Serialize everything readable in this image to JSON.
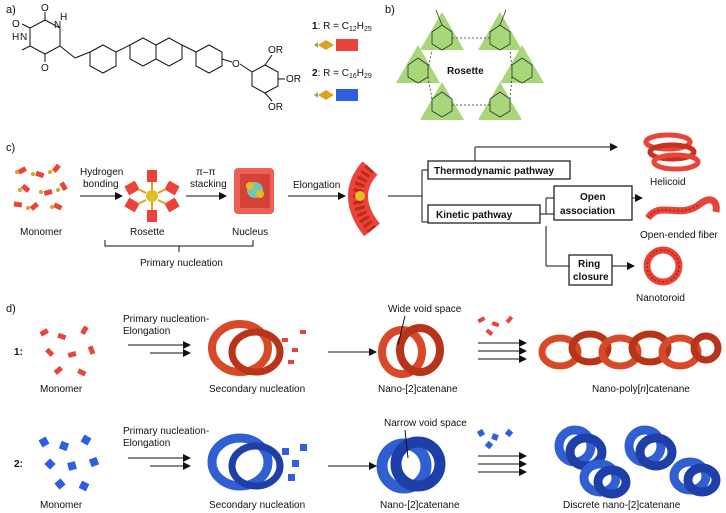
{
  "panels": {
    "a": "a)",
    "b": "b)",
    "c": "c)",
    "d": "d)"
  },
  "panel_a": {
    "compound1": {
      "num": "1",
      "label": ": R = C",
      "sub": "12",
      "rest": "H",
      "sub2": "25"
    },
    "compound2": {
      "num": "2",
      "label": ": R = C",
      "sub": "16",
      "rest": "H",
      "sub2": "29"
    },
    "atoms": {
      "H_top": "H",
      "N_top": "N",
      "HN_left": "H",
      "N_left": "N",
      "O1": "O",
      "O2": "O",
      "O3": "O",
      "O_ether": "O",
      "OR1": "OR",
      "OR2": "OR",
      "OR3": "OR"
    },
    "colors": {
      "compound1": "#e8443a",
      "compound2": "#2f5fe0",
      "diamond": "#e0a020",
      "arrow": "#7cc040"
    }
  },
  "panel_b": {
    "label": "Rosette",
    "color": "#9ed36a"
  },
  "panel_c": {
    "steps": {
      "monomer": "Monomer",
      "rosette": "Rosette",
      "nucleus": "Nucleus",
      "primary": "Primary nucleation",
      "arrow1_line1": "Hydrogen",
      "arrow1_line2": "bonding",
      "arrow2_line1": "π–π",
      "arrow2_line2": "stacking",
      "arrow3": "Elongation"
    },
    "pathways": {
      "thermo": "Thermodynamic pathway",
      "kinetic": "Kinetic pathway",
      "open1": "Open",
      "open2": "association",
      "ring1": "Ring",
      "ring2": "closure"
    },
    "products": {
      "helicoid": "Helicoid",
      "fiber": "Open-ended fiber",
      "toroid": "Nanotoroid"
    }
  },
  "panel_d": {
    "row1": {
      "label": "1:",
      "monomer": "Monomer",
      "step1_line1": "Primary nucleation-",
      "step1_line2": "Elongation",
      "secondary": "Secondary nucleation",
      "void": "Wide void space",
      "catenane": "Nano-[2]catenane",
      "poly_pre": "Nano-poly[",
      "poly_n": "n",
      "poly_post": "]catenane",
      "color": "#d8492a"
    },
    "row2": {
      "label": "2:",
      "monomer": "Monomer",
      "step1_line1": "Primary nucleation-",
      "step1_line2": "Elongation",
      "secondary": "Secondary nucleation",
      "void": "Narrow void space",
      "catenane": "Nano-[2]catenane",
      "discrete": "Discrete nano-[2]catenane",
      "color": "#2f5fd0"
    }
  }
}
